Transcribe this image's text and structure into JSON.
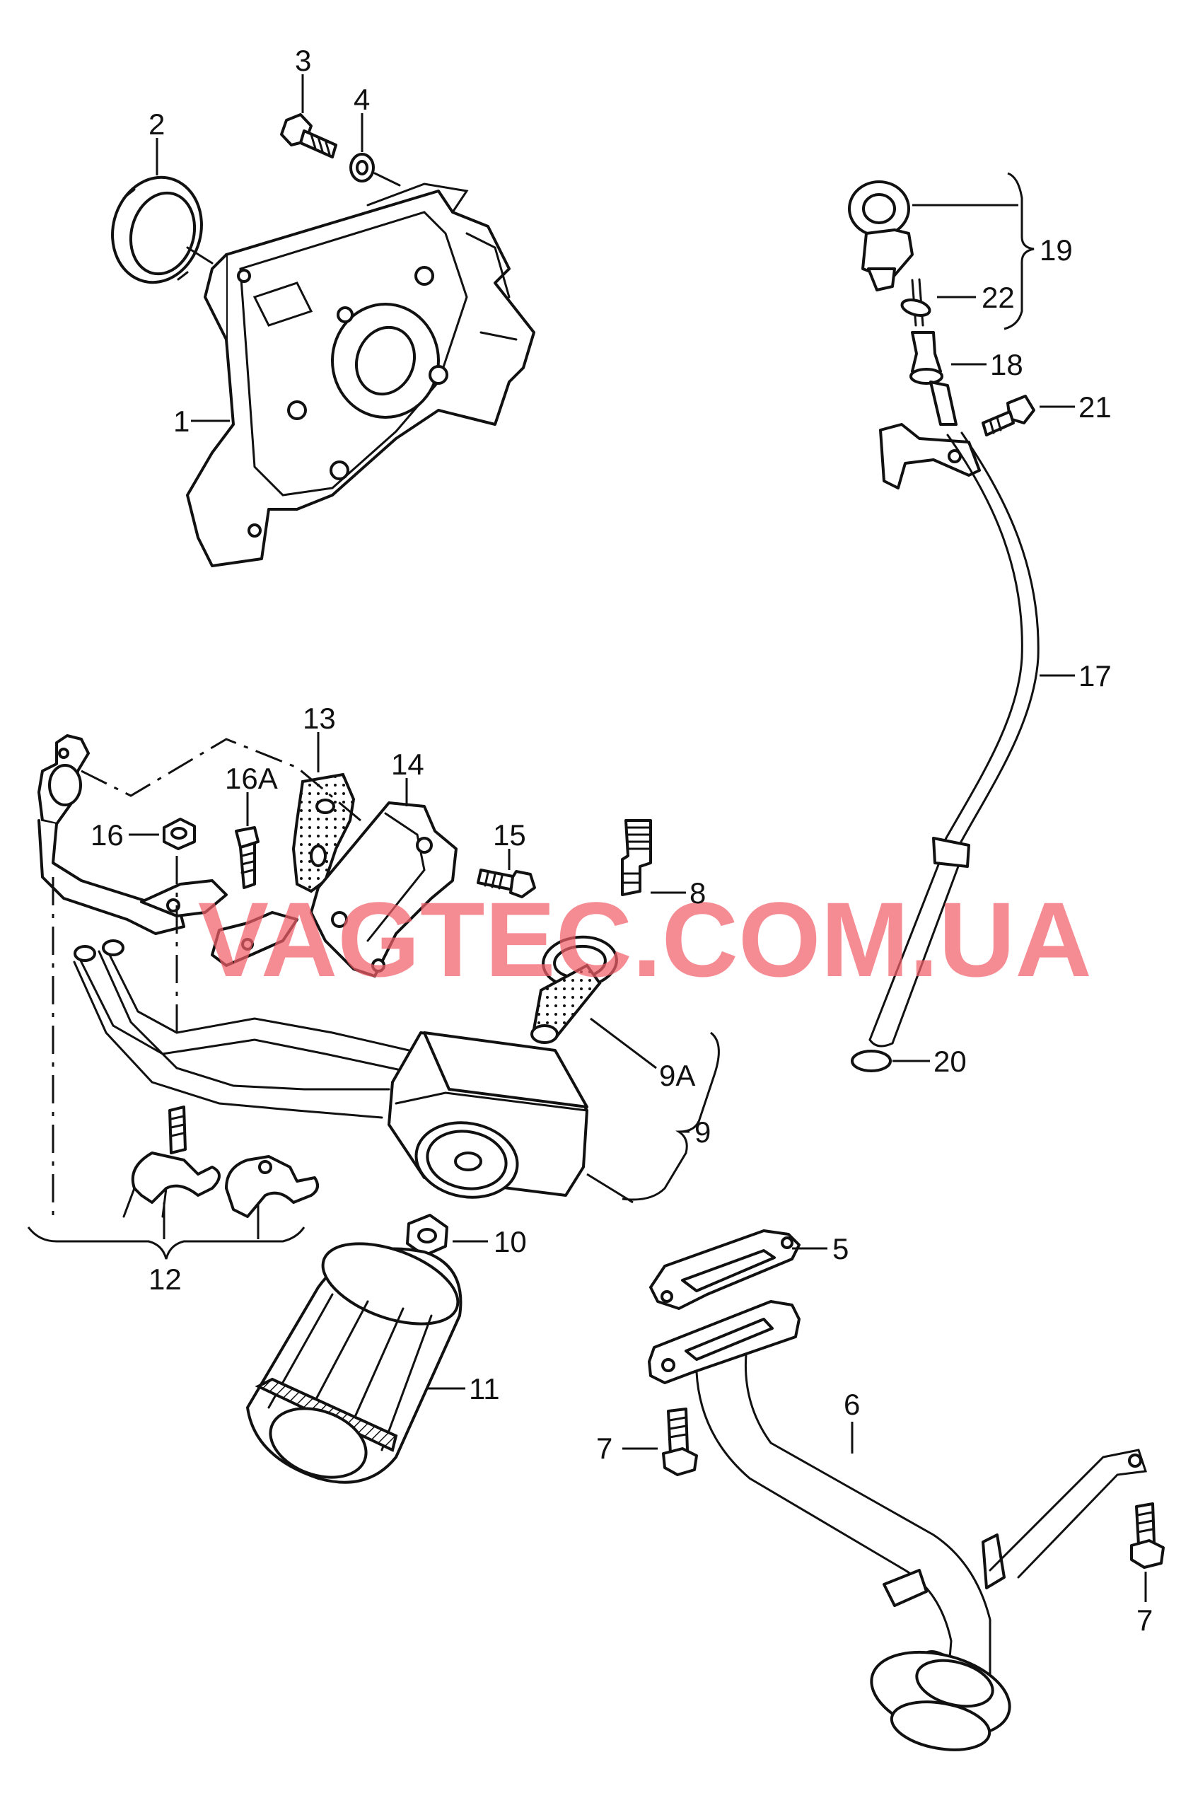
{
  "watermark": "VAGTEC.COM.UA",
  "callouts": [
    {
      "id": "1",
      "text": "1"
    },
    {
      "id": "2",
      "text": "2"
    },
    {
      "id": "3",
      "text": "3"
    },
    {
      "id": "4",
      "text": "4"
    },
    {
      "id": "5",
      "text": "5"
    },
    {
      "id": "6",
      "text": "6"
    },
    {
      "id": "7a",
      "text": "7"
    },
    {
      "id": "7b",
      "text": "7"
    },
    {
      "id": "8",
      "text": "8"
    },
    {
      "id": "9",
      "text": "9"
    },
    {
      "id": "9A",
      "text": "9A"
    },
    {
      "id": "10",
      "text": "10"
    },
    {
      "id": "11",
      "text": "11"
    },
    {
      "id": "12",
      "text": "12"
    },
    {
      "id": "13",
      "text": "13"
    },
    {
      "id": "14",
      "text": "14"
    },
    {
      "id": "15",
      "text": "15"
    },
    {
      "id": "16",
      "text": "16"
    },
    {
      "id": "16A",
      "text": "16A"
    },
    {
      "id": "17",
      "text": "17"
    },
    {
      "id": "18",
      "text": "18"
    },
    {
      "id": "19",
      "text": "19"
    },
    {
      "id": "20",
      "text": "20"
    },
    {
      "id": "21",
      "text": "21"
    },
    {
      "id": "22",
      "text": "22"
    }
  ]
}
